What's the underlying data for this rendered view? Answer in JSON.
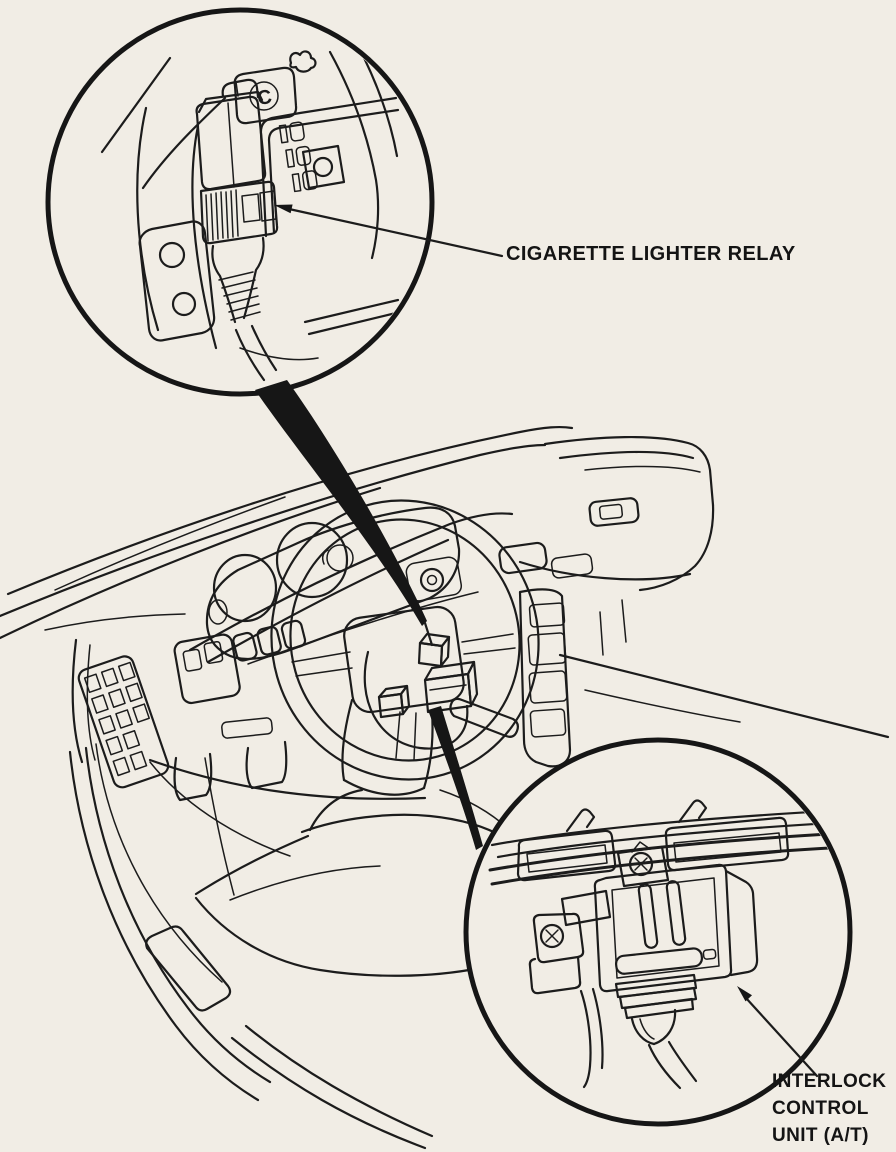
{
  "page": {
    "paper_color": "#f1ede5",
    "ink_color": "#1c1c1c"
  },
  "callouts": {
    "cigarette_lighter_relay": {
      "label": "CIGARETTE LIGHTER RELAY"
    },
    "interlock_control_unit": {
      "lines": [
        "INTERLOCK",
        "CONTROL",
        "UNIT (A/T)"
      ]
    }
  },
  "markings": {
    "relay_bracket_stamp": "C"
  }
}
